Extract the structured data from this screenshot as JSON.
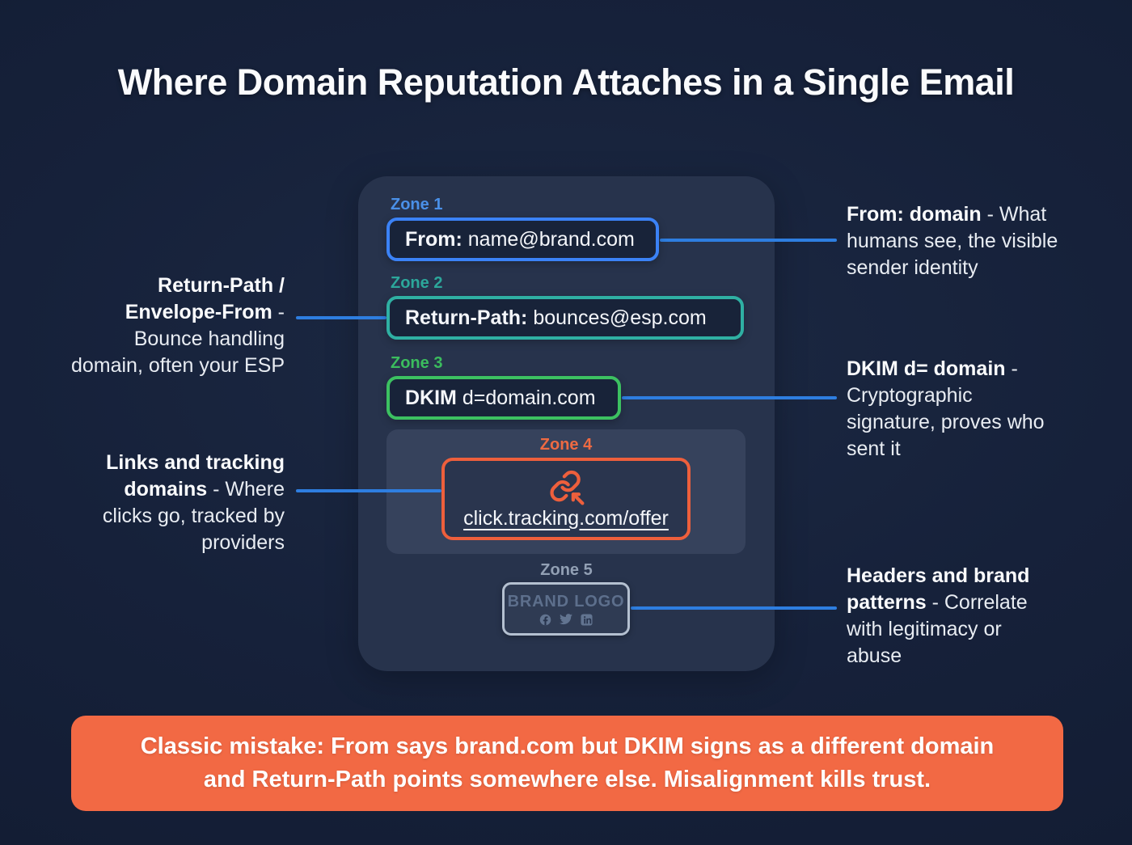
{
  "title": "Where Domain Reputation Attaches in a Single Email",
  "card": {
    "zone1": {
      "label": "Zone 1",
      "field": "From:",
      "value": " name@brand.com"
    },
    "zone2": {
      "label": "Zone 2",
      "field": "Return-Path:",
      "value": " bounces@esp.com"
    },
    "zone3": {
      "label": "Zone 3",
      "field": "DKIM",
      "value": " d=domain.com"
    },
    "zone4": {
      "label": "Zone 4",
      "link_url": "click.tracking.com/offer",
      "icon": "link-icon"
    },
    "zone5": {
      "label": "Zone 5",
      "brand": "BRAND LOGO",
      "icons": [
        "facebook-icon",
        "twitter-icon",
        "linkedin-icon"
      ]
    }
  },
  "annotations": {
    "left": [
      {
        "lines": [
          {
            "b": "Return-Path /"
          },
          {
            "b": "Envelope-From",
            "r": " -"
          },
          {
            "r": "Bounce handling"
          },
          {
            "r": "domain, often your ESP"
          }
        ]
      },
      {
        "lines": [
          {
            "b": "Links and tracking"
          },
          {
            "b": "domains",
            "r": " - Where"
          },
          {
            "r": "clicks go, tracked by"
          },
          {
            "r": "providers"
          }
        ]
      }
    ],
    "right": [
      {
        "lines": [
          {
            "b": "From: domain",
            "r": " - What"
          },
          {
            "r": "humans see, the visible"
          },
          {
            "r": "sender identity"
          }
        ]
      },
      {
        "lines": [
          {
            "b": "DKIM d= domain",
            "r": " -"
          },
          {
            "r": "Cryptographic"
          },
          {
            "r": "signature, proves who"
          },
          {
            "r": "sent it"
          }
        ]
      },
      {
        "lines": [
          {
            "b": "Headers and brand"
          },
          {
            "b": "patterns",
            "r": " - Correlate"
          },
          {
            "r": "with legitimacy or"
          },
          {
            "r": "abuse"
          }
        ]
      }
    ]
  },
  "banner": {
    "line1": "Classic mistake: From says brand.com but DKIM signs as a different domain",
    "line2": "and Return-Path points somewhere else. Misalignment kills trust."
  },
  "colors": {
    "background": "#16213A",
    "card": "#27334C",
    "zone1_blue": "#3B82F6",
    "zone1_label_blue": "#4A90E8",
    "zone2_teal": "#2FB0A3",
    "zone3_green": "#3CC161",
    "zone4_orange": "#EE5F3C",
    "zone5_silver": "#B4C0D0",
    "connector_blue": "#2E7EE0",
    "banner_orange": "#F26944",
    "brand_text": "#5D6F8C"
  }
}
